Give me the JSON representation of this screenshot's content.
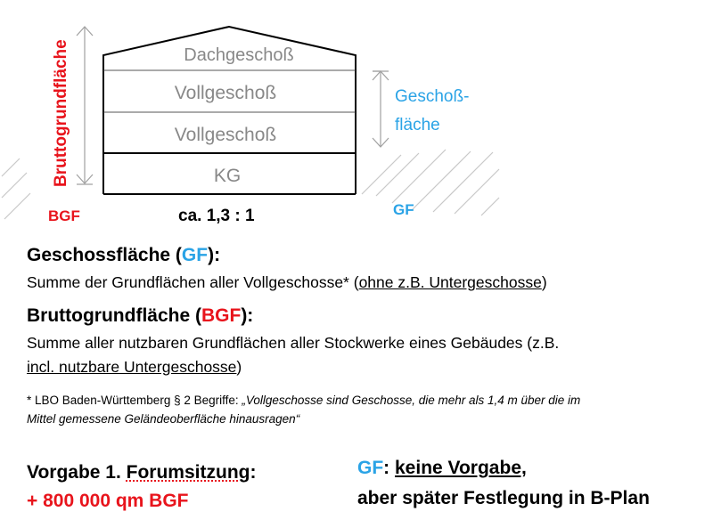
{
  "diagram": {
    "floors": [
      "Dachgeschoß",
      "Vollgeschoß",
      "Vollgeschoß",
      "KG"
    ],
    "vertical_label": "Bruttogrundfläche",
    "gf_label_line1": "Geschoß-",
    "gf_label_line2": "fläche",
    "bgf_tag": "BGF",
    "ratio": "ca. 1,3 : 1",
    "gf_tag": "GF"
  },
  "definitions": {
    "gf_heading_pre": "Geschossfläche (",
    "gf_heading_abbr": "GF",
    "gf_heading_post": "):",
    "gf_text_pre": "Summe der Grundflächen aller Vollgeschosse* (",
    "gf_text_link": "ohne z.B. Untergeschosse",
    "gf_text_post": ")",
    "bgf_heading_pre": "Bruttogrundfläche (",
    "bgf_heading_abbr": "BGF",
    "bgf_heading_post": "):",
    "bgf_text_line1": "Summe aller nutzbaren Grundflächen aller Stockwerke eines Gebäudes (z.B.",
    "bgf_text_link": "incl. nutzbare Untergeschosse",
    "bgf_text_post": ")"
  },
  "footnote": {
    "prefix": "* LBO Baden-Württemberg § 2 Begriffe: ",
    "quote_line1": "„Vollgeschosse sind Geschosse, die mehr als 1,4 m über die im",
    "quote_line2": "Mittel gemessene Geländeoberfläche hinausragen“"
  },
  "bottom": {
    "left_line1_pre": "Vorgabe 1. ",
    "left_line1_link": "Forumsitzung",
    "left_line1_post": ":",
    "left_line2": "+ 800 000 qm BGF",
    "right_line1_abbr": "GF",
    "right_line1_sep": ": ",
    "right_line1_link": "keine Vorgabe, ",
    "right_line2": "aber später Festlegung in B-Plan"
  },
  "colors": {
    "gf_blue": "#2aa3e6",
    "bgf_red": "#e8141c",
    "floor_text_gray": "#888888",
    "arrow_gray": "#a0a0a0"
  }
}
